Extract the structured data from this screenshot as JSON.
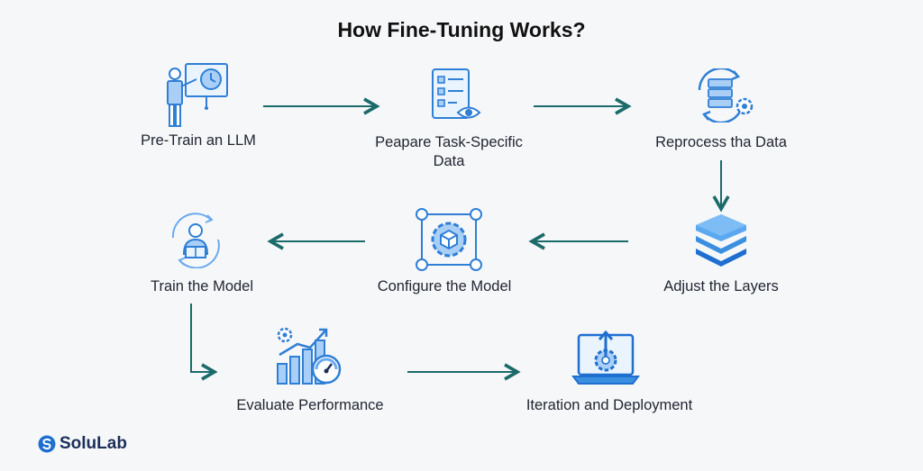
{
  "title": "How Fine-Tuning Works?",
  "steps": [
    {
      "label": "Pre-Train an LLM",
      "icon": "presenter-board-icon"
    },
    {
      "label": "Peapare Task-Specific Data",
      "icon": "checklist-eye-icon"
    },
    {
      "label": "Reprocess tha Data",
      "icon": "server-refresh-icon"
    },
    {
      "label": "Adjust the Layers",
      "icon": "layers-stack-icon"
    },
    {
      "label": "Configure the Model",
      "icon": "gear-cube-frame-icon"
    },
    {
      "label": "Train the Model",
      "icon": "person-cycle-icon"
    },
    {
      "label": "Evaluate Performance",
      "icon": "bar-chart-gauge-icon"
    },
    {
      "label": "Iteration and Deployment",
      "icon": "laptop-upload-icon"
    }
  ],
  "logo": {
    "text": "SoluLab"
  },
  "colors": {
    "teal": "#1b6b6b",
    "blue": "#3b8fe0",
    "light_blue": "#a9cff6",
    "navy": "#1b2f5a"
  }
}
